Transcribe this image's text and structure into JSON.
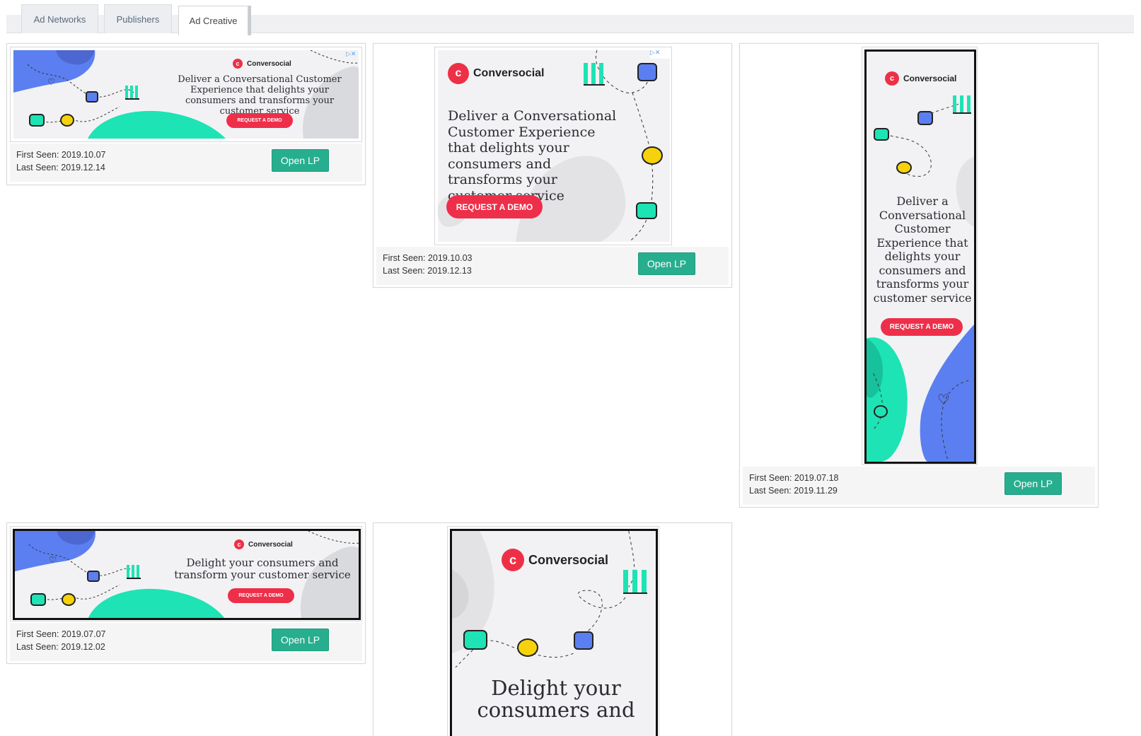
{
  "tabs": [
    {
      "label": "Ad Networks",
      "active": false
    },
    {
      "label": "Publishers",
      "active": false
    },
    {
      "label": "Ad Creative",
      "active": true
    }
  ],
  "colors": {
    "accent_button": "#27ae8e",
    "brand_red": "#ee2f4a",
    "teal_blob": "#1ee3b4",
    "blue_blob": "#5b7ff0",
    "ad_background": "#f2f2f4"
  },
  "brand": {
    "name": "Conversocial",
    "mark_letter": "c"
  },
  "cards": [
    {
      "headline": "Deliver a Conversational Customer Experience that delights your consumers and transforms your customer service",
      "cta": "REQUEST A DEMO",
      "first_seen": "First Seen: 2019.10.07",
      "last_seen": "Last Seen: 2019.12.14",
      "button": "Open LP"
    },
    {
      "headline": "Deliver a Conversational Customer Experience that delights your consumers and transforms your customer service",
      "cta": "REQUEST A DEMO",
      "first_seen": "First Seen: 2019.10.03",
      "last_seen": "Last Seen: 2019.12.13",
      "button": "Open LP"
    },
    {
      "headline": "Deliver a Conversational Customer Experience that delights your consumers and transforms your customer service",
      "cta": "REQUEST A DEMO",
      "first_seen": "First Seen: 2019.07.18",
      "last_seen": "Last Seen: 2019.11.29",
      "button": "Open LP"
    },
    {
      "headline": "Delight your consumers and transform your customer service",
      "cta": "REQUEST A DEMO",
      "first_seen": "First Seen: 2019.07.07",
      "last_seen": "Last Seen: 2019.12.02",
      "button": "Open LP"
    },
    {
      "headline": "Delight your consumers and"
    }
  ],
  "icons": [
    "adchoices-icon",
    "close-icon",
    "robot-icon",
    "chat-bubble-icon",
    "thumbs-up-icon",
    "bar-chart-icon",
    "heart-icon"
  ]
}
